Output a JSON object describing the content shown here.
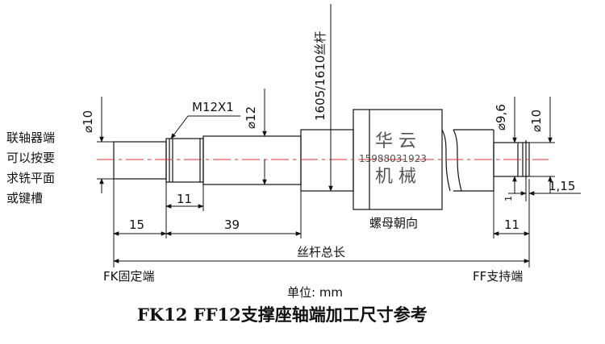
{
  "note_left": [
    "联轴器端",
    "可以按要",
    "求铣平面",
    "或键槽"
  ],
  "labels": {
    "diam_left": "⌀10",
    "thread": "M12X1",
    "diam_mid": "⌀12",
    "screw_spec": "1605/1610丝杆",
    "diam_right1": "⌀9,6",
    "diam_right2": "⌀10",
    "groove": "1,15",
    "groove_width": "1",
    "dim_11_left": "11",
    "dim_15": "15",
    "dim_39": "39",
    "dim_11_right": "11",
    "nut_direction": "螺母朝向",
    "total_length": "丝杆总长",
    "end_fixed": "FK固定端",
    "end_support": "FF支持端",
    "unit": "单位: mm",
    "title": "FK12 FF12支撑座轴端加工尺寸参考"
  },
  "watermark": {
    "line1": "华 云",
    "phone": "15988031923",
    "line2": "机 械"
  },
  "colors": {
    "line": "#111111",
    "centerline": "#e03030"
  }
}
